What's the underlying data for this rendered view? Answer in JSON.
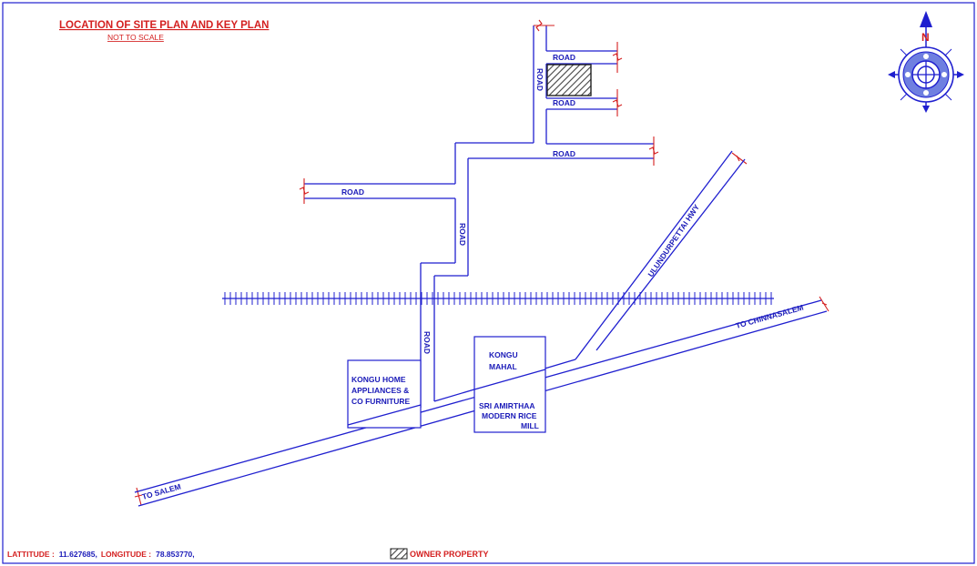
{
  "title": "LOCATION OF SITE PLAN AND KEY PLAN",
  "subtitle": "NOT TO SCALE",
  "roads": {
    "top_right_upper": "ROAD",
    "top_right_lower": "ROAD",
    "top_vertical": "ROAD",
    "mid_right": "ROAD",
    "left": "ROAD",
    "vertical_mid": "ROAD",
    "vertical_low": "ROAD"
  },
  "highway": "ULUNDURPETTAI HWY",
  "to_salem": "TO SALEM",
  "to_chinnasalem": "TO CHINNASALEM",
  "buildings": {
    "kongu_home": [
      "KONGU HOME",
      "APPLIANCES &",
      "CO FURNITURE"
    ],
    "kongu_mahal": [
      "KONGU",
      "MAHAL"
    ],
    "rice_mill": [
      "SRI AMIRTHAA",
      "MODERN RICE",
      "MILL"
    ]
  },
  "coordinates": {
    "lat_label": "LATTITUDE :",
    "lat_value": "11.627685,",
    "lon_label": "LONGITUDE :",
    "lon_value": "78.853770,"
  },
  "legend": "OWNER PROPERTY",
  "compass_letter": "N",
  "colors": {
    "road": "#1f1fcf",
    "text_blue": "#1a1ab8",
    "red": "#d42020"
  }
}
